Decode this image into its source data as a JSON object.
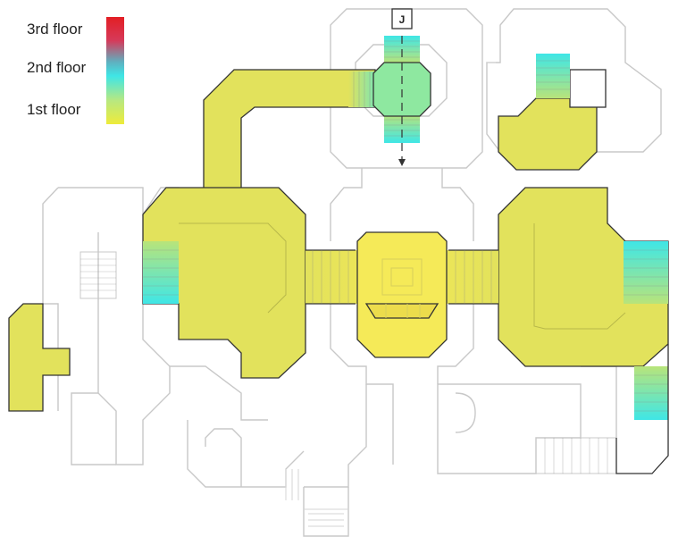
{
  "legend": {
    "title_levels": [
      "3rd floor",
      "2nd floor",
      "1st floor"
    ],
    "gradient_colors": [
      "#e31e24",
      "#3fe0e6",
      "#eeeb3a"
    ]
  },
  "marker": {
    "label": "J",
    "direction": "down"
  },
  "colors": {
    "first_floor": "#e2e25c",
    "hub": "#f5ea58",
    "second_floor": "#3fe6e6",
    "outline": "#c8c8c8",
    "edge": "#333333"
  }
}
